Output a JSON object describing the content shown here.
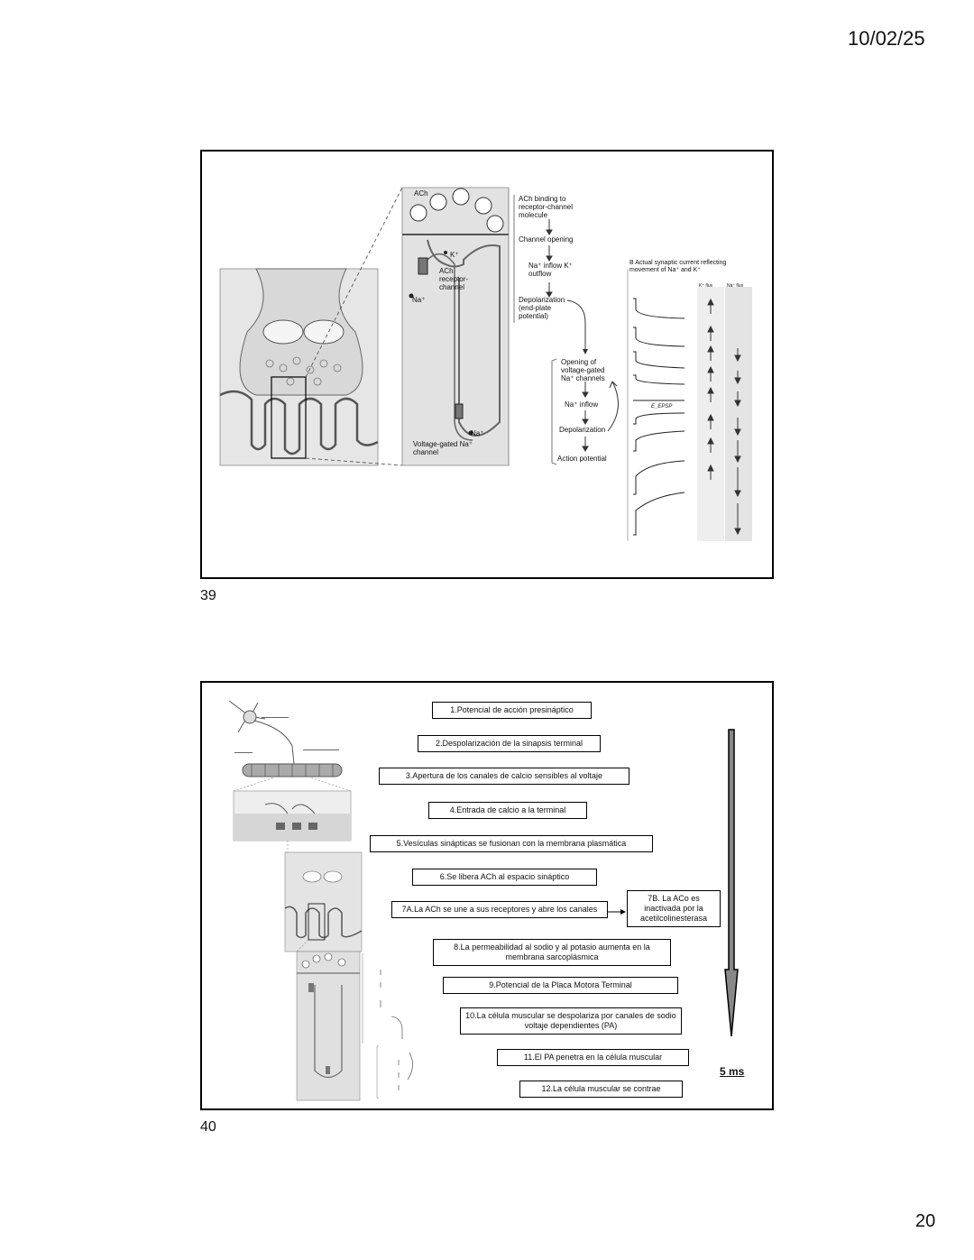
{
  "header": {
    "date": "10/02/25"
  },
  "footer": {
    "page_number": "20"
  },
  "slide39": {
    "number": "39",
    "labels": {
      "ach": "ACh",
      "k_plus": "K⁺",
      "na_plus_left": "Na⁺",
      "ach_receptor": "ACh receptor-channel",
      "na_plus_right": "Na⁺",
      "vg_na_channel": "Voltage-gated Na⁺ channel"
    },
    "flow": {
      "step1": "ACh binding to receptor-channel molecule",
      "step2": "Channel opening",
      "step3": "Na⁺ inflow K⁺ outflow",
      "step4": "Depolarization (end-plate potential)",
      "step5": "Opening of voltage-gated Na⁺ channels",
      "step6": "Na⁺ inflow",
      "step7": "Depolarization",
      "step8": "Action potential"
    },
    "panel_b": {
      "title": "B  Actual synaptic current reflecting movement of Na⁺ and K⁺",
      "col_k": "K⁺ flux",
      "col_na": "Na⁺ flux",
      "e_label": "E_EPSP"
    }
  },
  "slide40": {
    "number": "40",
    "steps": [
      "1.Potencial de acción presináptico",
      "2.Despolarización de la sinapsis terminal",
      "3.Apertura de los canales de calcio sensibles al voltaje",
      "4.Entrada de calcio a la terminal",
      "5.Vesículas sinápticas se fusionan con la membrana plasmática",
      "6.Se libera ACh al espacio sináptico",
      "7A.La ACh se une a sus receptores y abre los canales",
      "8.La permeabilidad al sodio y al potasio aumenta en la membrana sarcoplásmica",
      "9.Potencial de la Placa Motora Terminal",
      "10.La célula muscular se despolariza por canales de sodio voltaje dependientes (PA)",
      "11.El PA penetra en la célula muscular",
      "12.La célula muscular se contrae"
    ],
    "side_step": "7B. La ACo es inactivada por la acetilcolinesterasa",
    "time_label": "5 ms"
  }
}
